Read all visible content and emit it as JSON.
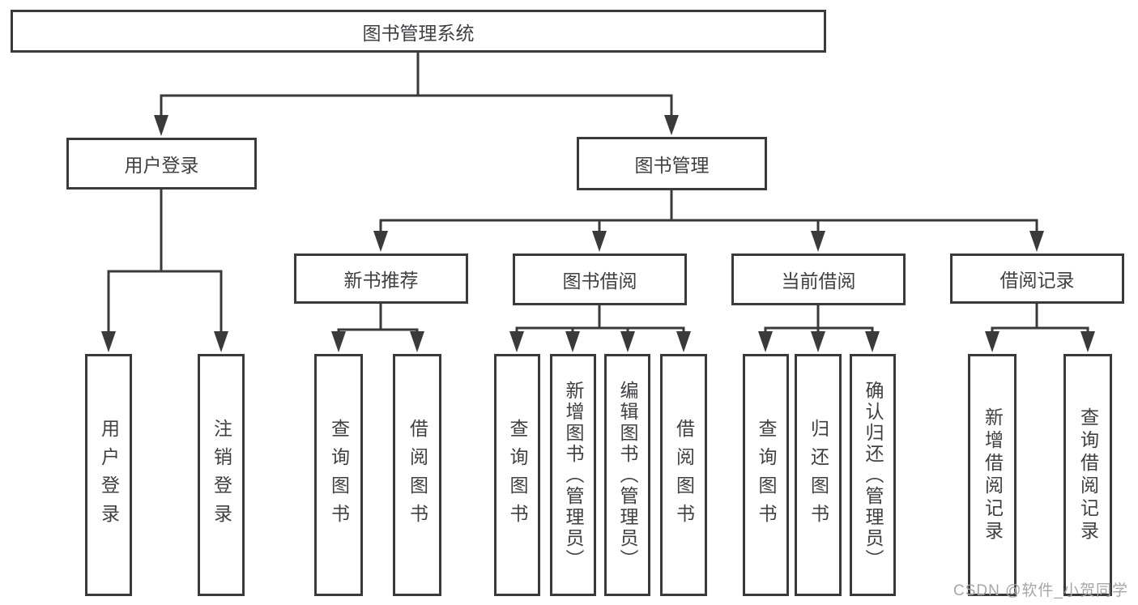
{
  "diagram": {
    "root": {
      "label": "图书管理系统"
    },
    "level2": {
      "user_login": {
        "label": "用户登录"
      },
      "book_management": {
        "label": "图书管理"
      }
    },
    "level3": {
      "new_book_recommend": {
        "label": "新书推荐"
      },
      "book_borrow": {
        "label": "图书借阅"
      },
      "current_borrow": {
        "label": "当前借阅"
      },
      "borrow_records": {
        "label": "借阅记录"
      }
    },
    "level4": {
      "user_login_children": [
        "用户登录",
        "注销登录"
      ],
      "new_book_recommend_children": [
        "查询图书",
        "借阅图书"
      ],
      "book_borrow_children": [
        "查询图书",
        "新增图书（管理员）",
        "编辑图书（管理员）",
        "借阅图书"
      ],
      "current_borrow_children": [
        "查询图书",
        "归还图书",
        "确认归还（管理员）"
      ],
      "borrow_records_children": [
        "新增借阅记录",
        "查询借阅记录"
      ]
    }
  },
  "watermark": {
    "text": "CSDN @软件_小贺同学"
  },
  "colors": {
    "line": "#3a3a3c",
    "text": "#3f4043",
    "watermark": "#a6a6aa",
    "background": "#ffffff"
  }
}
